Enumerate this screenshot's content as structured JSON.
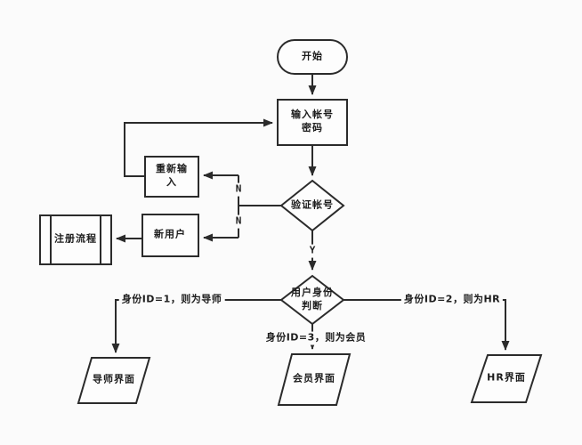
{
  "diagram_type": "flowchart",
  "colors": {
    "background": "#fbfbfb",
    "line": "#2b2b2b",
    "node_fill": "#fdfdfd",
    "text": "#1c1c1c"
  },
  "nodes": {
    "start": {
      "shape": "terminator",
      "label": "开始"
    },
    "input_account": {
      "shape": "process",
      "line1": "输入帐号",
      "line2": "密码"
    },
    "verify_account": {
      "shape": "decision",
      "label": "验证帐号"
    },
    "reenter": {
      "shape": "process",
      "line1": "重新输",
      "line2": "入"
    },
    "new_user": {
      "shape": "process",
      "label": "新用户"
    },
    "register_flow": {
      "shape": "predefined-process",
      "label": "注册流程"
    },
    "identity_decision": {
      "shape": "decision",
      "line1": "用户身份",
      "line2": "判断"
    },
    "mentor_ui": {
      "shape": "parallelogram",
      "label": "导师界面"
    },
    "member_ui": {
      "shape": "parallelogram",
      "label": "会员界面"
    },
    "hr_ui": {
      "shape": "parallelogram",
      "label": "HR界面"
    }
  },
  "edge_labels": {
    "yes": "Y",
    "no_upper": "N",
    "no_lower": "N",
    "id1": "身份ID=1，则为导师",
    "id2": "身份ID=2，则为HR",
    "id3": "身份ID=3，则为会员"
  }
}
